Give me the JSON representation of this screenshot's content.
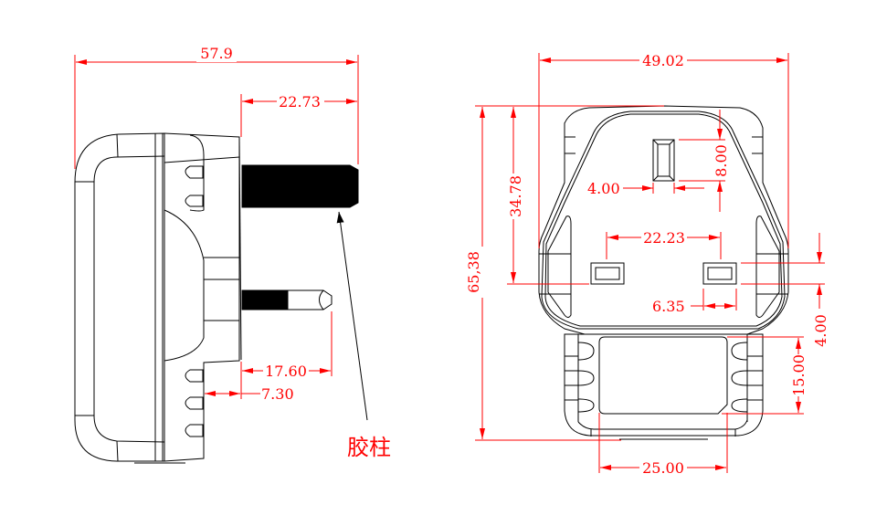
{
  "side_view": {
    "overall_length": "57.9",
    "pin_length": "22.73",
    "short_pin_length": "17.60",
    "pin_offset": "7.30",
    "callout_label": "胶柱"
  },
  "front_view": {
    "overall_width": "49.02",
    "overall_height": "65,38",
    "pin_center_height": "34.78",
    "top_pin_width": "4.00",
    "top_pin_length": "8.00",
    "pin_spacing": "22.23",
    "side_pin_width": "6.35",
    "side_pin_thickness": "4.00",
    "label_area_height": "15.00",
    "label_area_width": "25.00"
  },
  "colors": {
    "outline": "#000000",
    "dimension": "#ff0000"
  }
}
